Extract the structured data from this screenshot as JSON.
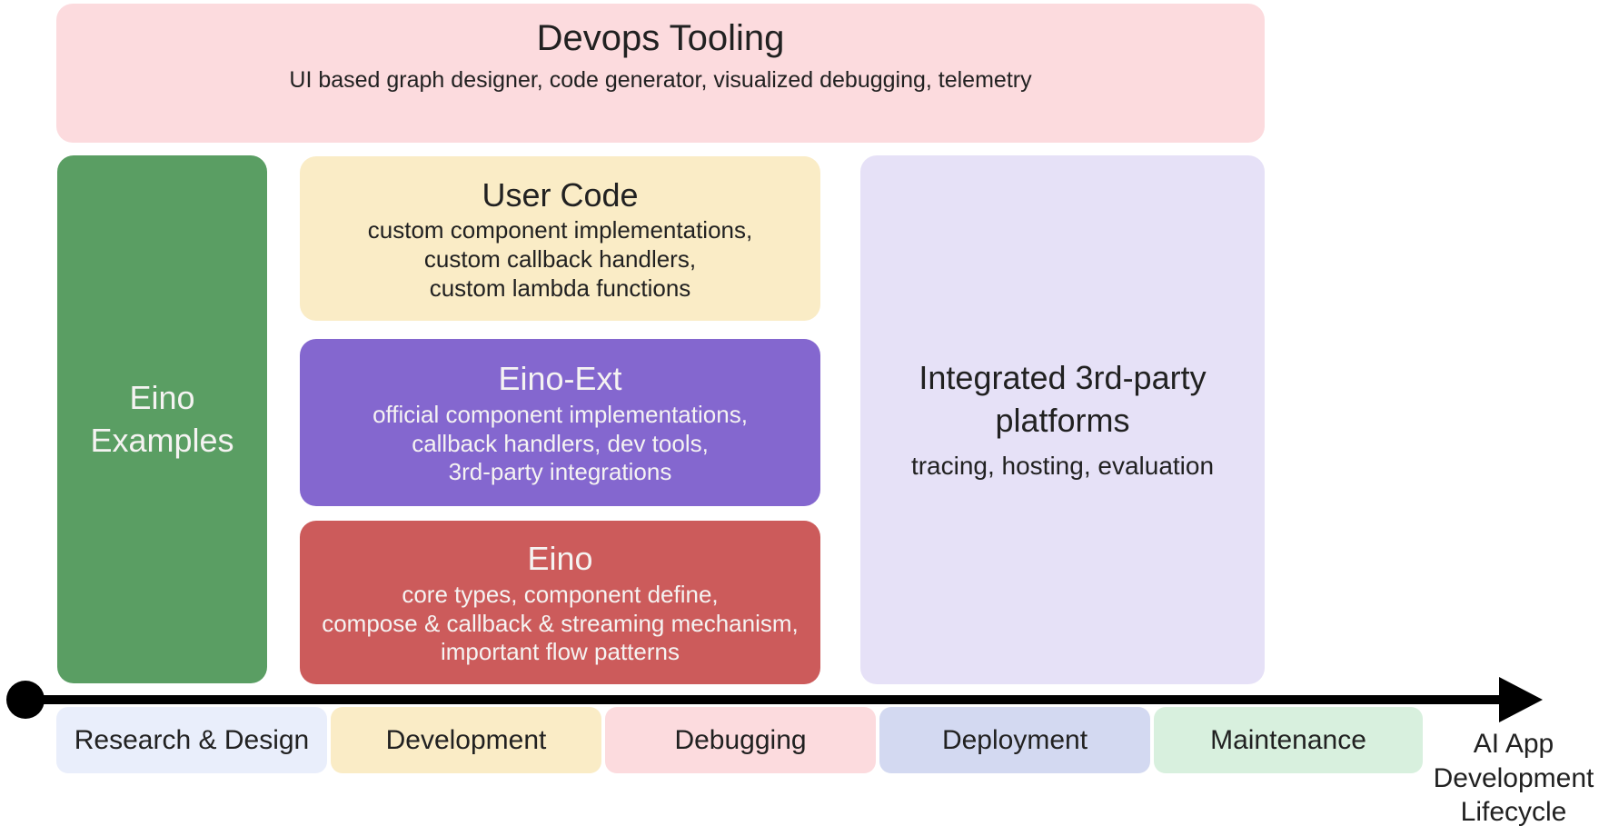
{
  "diagram": {
    "background": "#ffffff",
    "text_dark": "#212121",
    "text_light": "#f5f3f2"
  },
  "layers": {
    "devops_tooling": {
      "title": "Devops Tooling",
      "subtitle": "UI based graph designer, code generator, visualized debugging, telemetry",
      "color": "#fcdbde"
    },
    "eino_examples": {
      "title": "Eino Examples",
      "color": "#5a9e63"
    },
    "user_code": {
      "title": "User Code",
      "lines": [
        "custom component implementations,",
        "custom callback handlers,",
        "custom lambda functions"
      ],
      "color": "#faecc6"
    },
    "eino_ext": {
      "title": "Eino-Ext",
      "lines": [
        "official component implementations,",
        "callback handlers, dev tools,",
        "3rd-party integrations"
      ],
      "color": "#8467cf"
    },
    "eino_core": {
      "title": "Eino",
      "lines": [
        "core types, component define,",
        "compose & callback & streaming mechanism,",
        "important flow patterns"
      ],
      "color": "#cc5b5b"
    },
    "integrated_platforms": {
      "title": "Integrated 3rd-party platforms",
      "subtitle": "tracing, hosting, evaluation",
      "color": "#e6e1f7"
    }
  },
  "timeline": {
    "axis_color": "#000000",
    "axis_label": "AI App Development Lifecycle",
    "phases": [
      {
        "label": "Research & Design",
        "color": "#e9eefb"
      },
      {
        "label": "Development",
        "color": "#faecc6"
      },
      {
        "label": "Debugging",
        "color": "#fcdbde"
      },
      {
        "label": "Deployment",
        "color": "#d3d9f1"
      },
      {
        "label": "Maintenance",
        "color": "#d8f0de"
      }
    ]
  }
}
